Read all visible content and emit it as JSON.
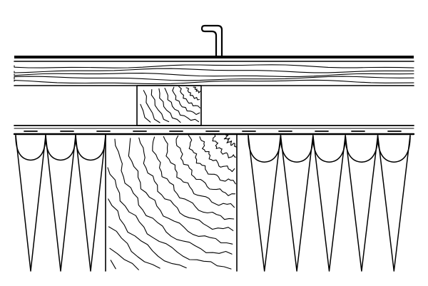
{
  "drawing": {
    "stroke_color": "#000000",
    "background_color": "#ffffff",
    "components": [
      "standing-seam-metal-roofing",
      "timber-boarding",
      "batten",
      "roofing-membrane",
      "rafter",
      "thermal-insulation"
    ]
  }
}
